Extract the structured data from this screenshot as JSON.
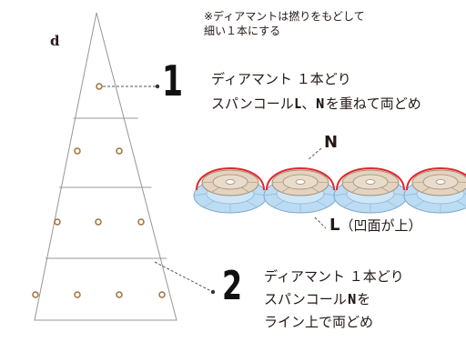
{
  "diagram_letter": "d",
  "note": [
    "※ディアマントは撚りをもどして",
    "細い１本にする"
  ],
  "step1": {
    "number": "1",
    "line1": "ディアマント １本どり",
    "line2_prefix": "スパンコール",
    "line2_l": "L",
    "line2_sep": "、",
    "line2_n": "N",
    "line2_suffix": "を重ねて両どめ"
  },
  "step2": {
    "number": "2",
    "line1": "ディアマント １本どり",
    "line2_prefix": "スパンコール",
    "line2_n": "N",
    "line2_suffix": "を",
    "line3": "ライン上で両どめ"
  },
  "sequin_labels": {
    "n": "N",
    "l": "L",
    "l_note": "（凹面が上）"
  },
  "colors": {
    "outline": "#9b9494",
    "bead": "#a0703a",
    "thread": "#e1262d",
    "sequin_l": "#bcdcf3",
    "sequin_n": "#e3d3bf"
  }
}
